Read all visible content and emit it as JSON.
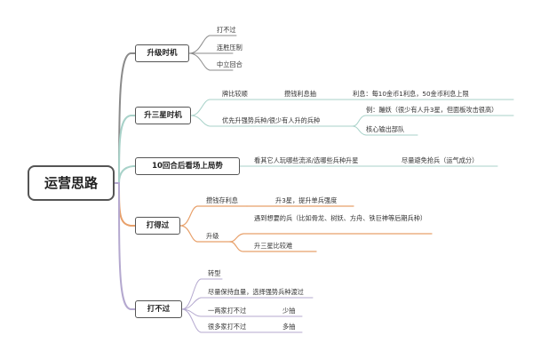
{
  "root": "运营思路",
  "colors": {
    "branch_grey": "#8b8b8b",
    "branch_teal": "#a8d2c9",
    "branch_orange": "#e8a06a",
    "branch_purple": "#b4a8cf"
  },
  "b1": {
    "label": "升级时机",
    "items": [
      "打不过",
      "连胜压制",
      "中立回合"
    ]
  },
  "b2": {
    "label": "升三星时机",
    "c1": {
      "label": "牌比较顺",
      "sub": "攒钱利息抽",
      "sub2": "利息：每10金币1利息，50金币利息上限"
    },
    "c2": {
      "label": "优先升强势兵种/很少有人升的兵种",
      "sub": "例：蹦妖（很少有人升3星，但面板攻击很高）",
      "sub2": "核心输出部队"
    }
  },
  "b3": {
    "label": "10回合后看场上局势",
    "c1": "看其它人玩哪些流派/选哪些兵种升星",
    "c2": "尽量避免抢兵（运气成分）"
  },
  "b4": {
    "label": "打得过",
    "c1": {
      "label": "攒钱存利息",
      "sub": "升3星，提升单兵强度"
    },
    "c2": {
      "label": "升级",
      "sub": "遇到想要的兵（比如骨龙、树妖、方舟、铁巨神等后期兵种）",
      "sub2": "升三星比较难"
    }
  },
  "b5": {
    "label": "打不过",
    "items": [
      {
        "label": "转型"
      },
      {
        "label": "尽量保持血量，选择强势兵种渡过"
      },
      {
        "label": "一两家打不过",
        "sub": "少抽"
      },
      {
        "label": "很多家打不过",
        "sub": "多抽"
      }
    ]
  }
}
